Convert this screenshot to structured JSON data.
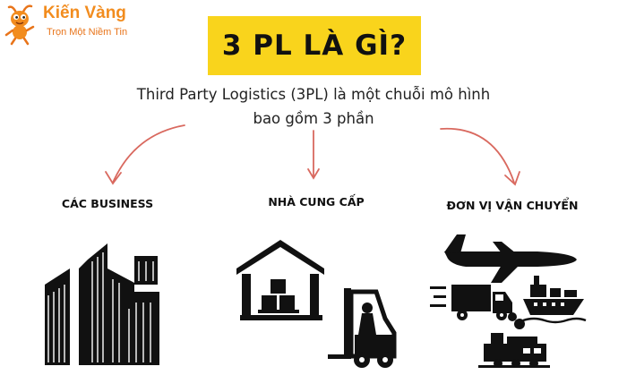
{
  "brand": {
    "name": "Kiến Vàng",
    "slogan": "Trọn Một Niềm Tin",
    "accent_color": "#f28c1e"
  },
  "title": {
    "text": "3 PL LÀ GÌ?",
    "background": "#f9d41c"
  },
  "subtitle": {
    "line1": "Third Party Logistics (3PL) là một chuỗi mô hình",
    "line2": "bao gồm 3 phần"
  },
  "arrow_color": "#d9695f",
  "categories": [
    {
      "label": "CÁC BUSINESS",
      "icon": "skyscrapers-icon"
    },
    {
      "label": "NHÀ CUNG CẤP",
      "icon": "warehouse-forklift-icon"
    },
    {
      "label": "ĐƠN VỊ VẬN CHUYỂN",
      "icon": "transport-vehicles-icon"
    }
  ]
}
